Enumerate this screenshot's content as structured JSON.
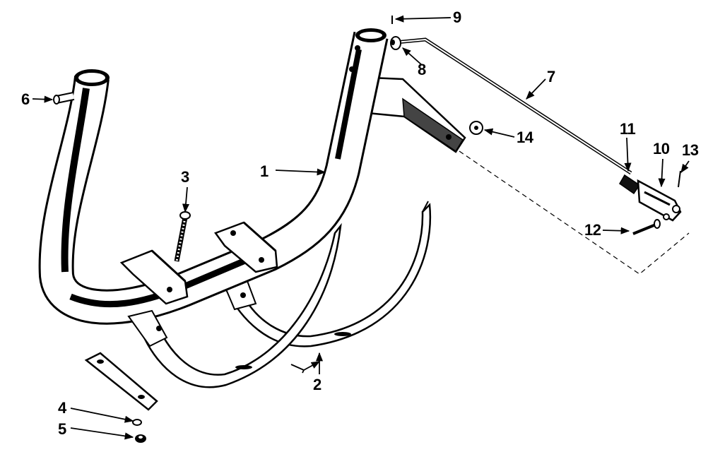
{
  "diagram": {
    "parts": [
      {
        "id": "1",
        "label": "1"
      },
      {
        "id": "2",
        "label": "2"
      },
      {
        "id": "3",
        "label": "3"
      },
      {
        "id": "4",
        "label": "4"
      },
      {
        "id": "5",
        "label": "5"
      },
      {
        "id": "6",
        "label": "6"
      },
      {
        "id": "7",
        "label": "7"
      },
      {
        "id": "8",
        "label": "8"
      },
      {
        "id": "9",
        "label": "9"
      },
      {
        "id": "10",
        "label": "10"
      },
      {
        "id": "11",
        "label": "11"
      },
      {
        "id": "12",
        "label": "12"
      },
      {
        "id": "13",
        "label": "13"
      },
      {
        "id": "14",
        "label": "14"
      }
    ]
  },
  "colors": {
    "ink": "#000000",
    "paper": "#ffffff"
  }
}
